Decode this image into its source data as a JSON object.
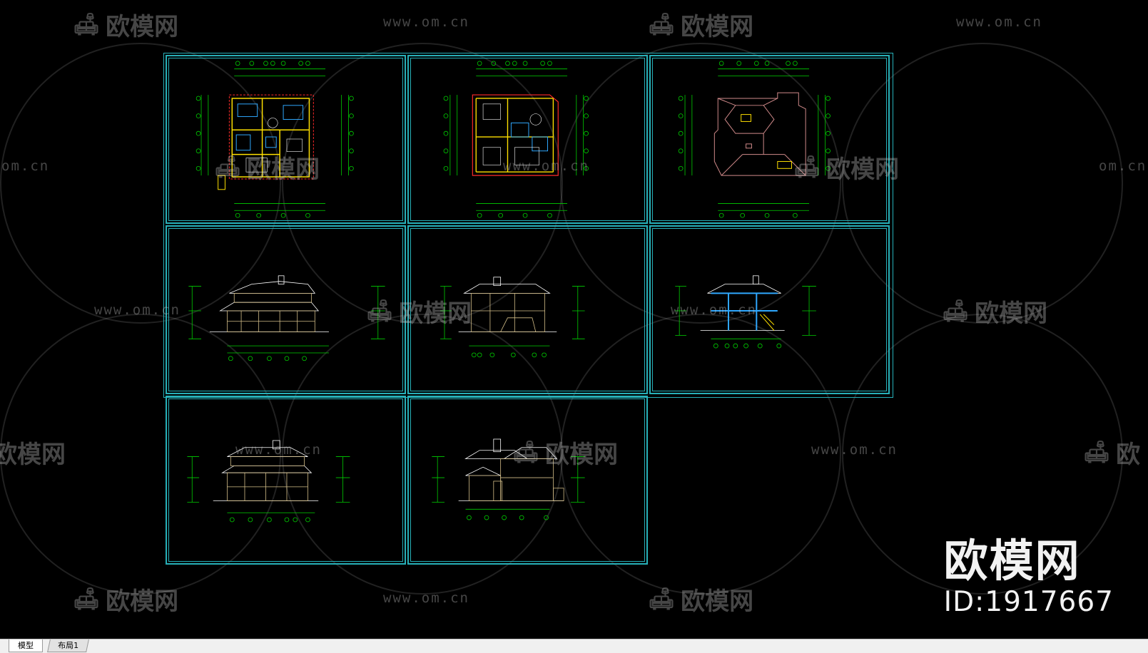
{
  "watermark": {
    "logo_text": "欧模网",
    "url_text": "www.om.cn",
    "url_fragment": "om.cn",
    "logo_fragment": "欧模网",
    "logo_clip": "欧",
    "logo_clip_left": "欧模网"
  },
  "branding": {
    "title": "欧模网",
    "id_text": "ID:1917667"
  },
  "drawing_sheets": [
    {
      "name": "first-floor-plan"
    },
    {
      "name": "second-floor-plan"
    },
    {
      "name": "roof-plan"
    },
    {
      "name": "elevation-front"
    },
    {
      "name": "elevation-back"
    },
    {
      "name": "section"
    },
    {
      "name": "elevation-left"
    },
    {
      "name": "elevation-right"
    }
  ],
  "tabs": [
    {
      "label": "模型",
      "active": true
    },
    {
      "label": "布局1",
      "active": false
    }
  ],
  "colors": {
    "background": "#000000",
    "frame": "#27b0b8",
    "dimension": "#00d000",
    "wall_yellow": "#ffe000",
    "wall_red": "#ff2a2a",
    "roof_outline": "#d08a8a",
    "facade": "#d6c08a",
    "tabbar": "#f0f0f0"
  }
}
